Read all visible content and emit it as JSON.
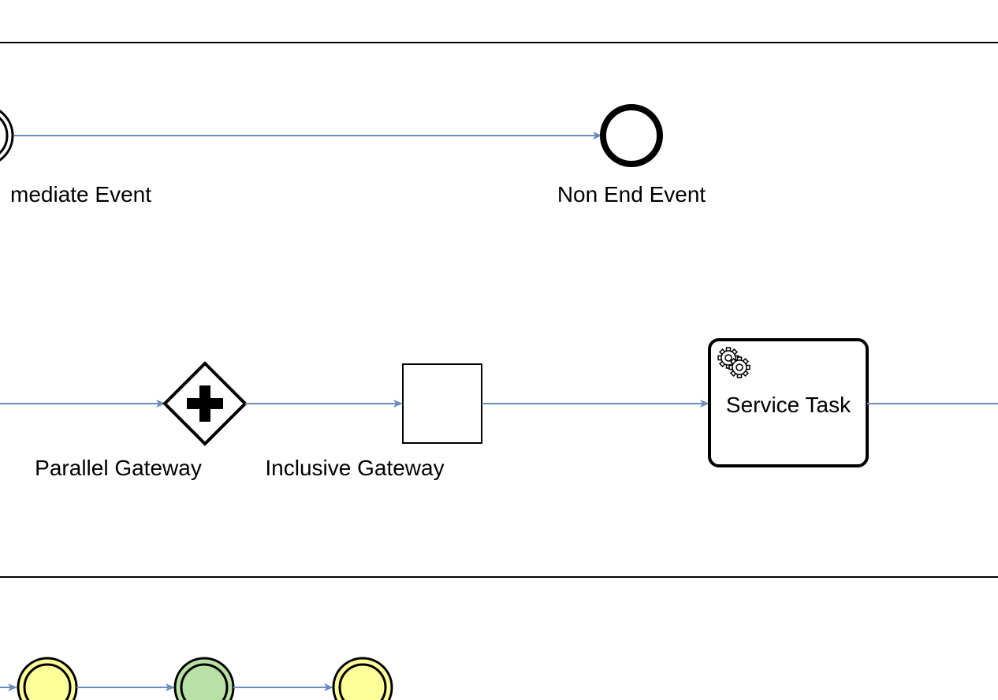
{
  "diagram": {
    "labels": {
      "intermediate_event": "mediate Event",
      "non_end_event": "Non End Event",
      "parallel_gateway": "Parallel Gateway",
      "inclusive_gateway": "Inclusive Gateway",
      "service_task": "Service Task"
    },
    "colors": {
      "flow": "#6c8ebf",
      "stroke": "#000000",
      "yellow_fill": "#ffff99",
      "yellow_stroke": "#000000",
      "green_fill": "#b9e0a5"
    },
    "icons": {
      "service_task": "gear-icon",
      "parallel_gateway": "plus-icon"
    }
  }
}
